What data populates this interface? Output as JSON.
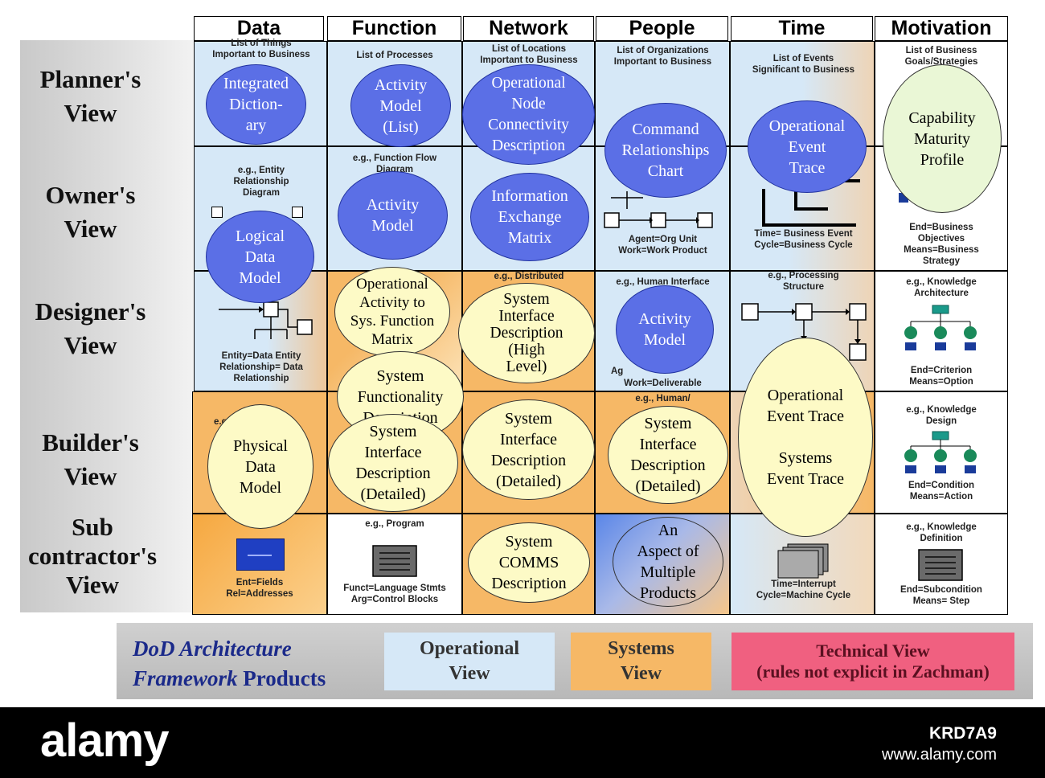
{
  "columns": [
    "Data",
    "Function",
    "Network",
    "People",
    "Time",
    "Motivation"
  ],
  "rows": {
    "planner": "Planner's\nView",
    "owner": "Owner's\nView",
    "designer": "Designer's\nView",
    "builder": "Builder's\nView",
    "sub": "Sub\ncontractor's\nView"
  },
  "small": {
    "p_data": "List of Things\nImportant to Business",
    "p_func": "List of Processes",
    "p_net": "List of Locations\nImportant to Business",
    "p_people": "List of Organizations\nImportant to Business",
    "p_time": "List of Events\nSignificant to Business",
    "p_mot": "List of Business\nGoals/Strategies",
    "o_data": "e.g., Entity\nRelationship\nDiagram",
    "o_func": "e.g., Function Flow\nDiagram",
    "o_people": "Agent=Org Unit\nWork=Work Product",
    "o_time": "Time= Business Event\nCycle=Business Cycle",
    "o_mot": "End=Business\nObjectives\nMeans=Business\nStrategy",
    "d_data": "Entity=Data Entity\nRelationship= Data\nRelationship",
    "d_net": "e.g., Distributed",
    "d_people_top": "e.g., Human Interface",
    "d_people_bot": "Work=Deliverable",
    "d_people_ag": "Ag",
    "d_time": "e.g., Processing\nStructure",
    "d_mot_top": "e.g., Knowledge\nArchitecture",
    "d_mot_bot": "End=Criterion\nMeans=Option",
    "b_data": "e.g.",
    "b_people": "e.g., Human/",
    "b_mot_top": "e.g., Knowledge\nDesign",
    "b_mot_bot": "End=Condition\nMeans=Action",
    "s_data": "Ent=Fields\nRel=Addresses",
    "s_func_top": "e.g., Program",
    "s_func_bot": "Funct=Language Stmts\nArg=Control Blocks",
    "s_time": "Time=Interrupt\nCycle=Machine Cycle",
    "s_mot_top": "e.g., Knowledge\nDefinition",
    "s_mot_bot": "End=Subcondition\nMeans= Step"
  },
  "ellipses": {
    "integrated_dictionary": "Integrated\nDiction-\nary",
    "activity_model_list": "Activity\nModel\n(List)",
    "op_node": "Operational\nNode\nConnectivity\nDescription",
    "command_rel": "Command\nRelationships\nChart",
    "op_event_trace": "Operational\nEvent\nTrace",
    "capability": "Capability\nMaturity\nProfile",
    "activity_model_owner": "Activity\nModel",
    "info_exchange": "Information\nExchange\nMatrix",
    "logical_data": "Logical\nData\nModel",
    "op_activity_sys": "Operational\nActivity to\nSys. Function\nMatrix",
    "sys_interface_high": "System\nInterface\nDescription\n(High\nLevel)",
    "activity_model_designer": "Activity\nModel",
    "sys_functionality": "System\nFunctionality\nDescription",
    "op_event_sys_trace": "Operational\nEvent Trace\n\nSystems\nEvent Trace",
    "physical_data": "Physical\nData\nModel",
    "sys_interface_det1": "System\nInterface\nDescription\n(Detailed)",
    "sys_interface_det2": "System\nInterface\nDescription\n(Detailed)",
    "sys_interface_det3": "System\nInterface\nDescription\n(Detailed)",
    "sys_comms": "System\nCOMMS\nDescription",
    "aspect": "An\nAspect of\nMultiple\nProducts"
  },
  "legend": {
    "title_italic_1": "DoD Architecture",
    "title_italic_2": "Framework",
    "title_plain": " Products",
    "operational": "Operational\nView",
    "systems": "Systems\nView",
    "technical": "Technical View\n(rules not explicit in Zachman)"
  },
  "watermark": {
    "brand": "alamy",
    "id": "KRD7A9",
    "site": "www.alamy.com"
  },
  "colors": {
    "operational": "#d6e8f7",
    "systems": "#f6b866",
    "technical": "#f06080",
    "ellipse_blue": "#5b6fe6",
    "ellipse_yellow": "#fdfac6",
    "title_navy": "#1b2a8a"
  }
}
